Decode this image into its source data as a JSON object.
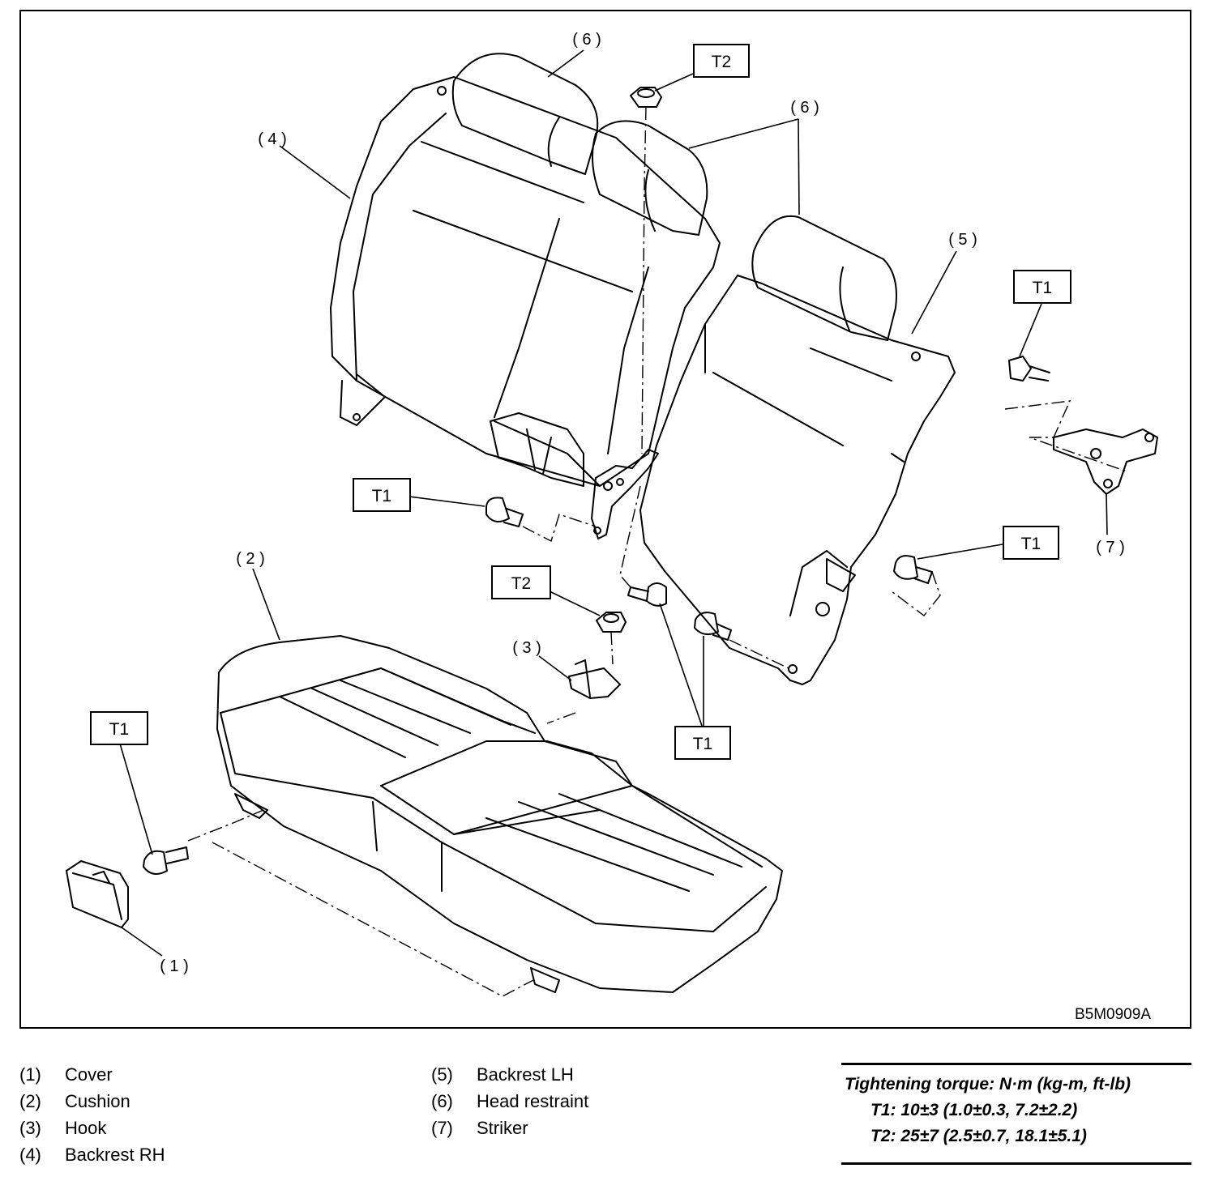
{
  "diagram": {
    "code": "B5M0909A",
    "callouts": {
      "c1": "( 1 )",
      "c2": "( 2 )",
      "c3": "( 3 )",
      "c4": "( 4 )",
      "c5": "( 5 )",
      "c6a": "( 6 )",
      "c6b": "( 6 )",
      "c7": "( 7 )"
    },
    "torque_tags": {
      "t2_top": "T2",
      "t1_right_top": "T1",
      "t1_mid": "T1",
      "t1_right": "T1",
      "t2_mid": "T2",
      "t1_bottom_center": "T1",
      "t1_left": "T1"
    }
  },
  "legend": {
    "left": [
      {
        "num": "(1)",
        "name": "Cover"
      },
      {
        "num": "(2)",
        "name": "Cushion"
      },
      {
        "num": "(3)",
        "name": "Hook"
      },
      {
        "num": "(4)",
        "name": "Backrest RH"
      }
    ],
    "right": [
      {
        "num": "(5)",
        "name": "Backrest LH"
      },
      {
        "num": "(6)",
        "name": "Head restraint"
      },
      {
        "num": "(7)",
        "name": "Striker"
      }
    ]
  },
  "torque": {
    "title": "Tightening torque: N·m (kg-m, ft-lb)",
    "t1": "T1: 10±3 (1.0±0.3, 7.2±2.2)",
    "t2": "T2: 25±7 (2.5±0.7, 18.1±5.1)"
  }
}
